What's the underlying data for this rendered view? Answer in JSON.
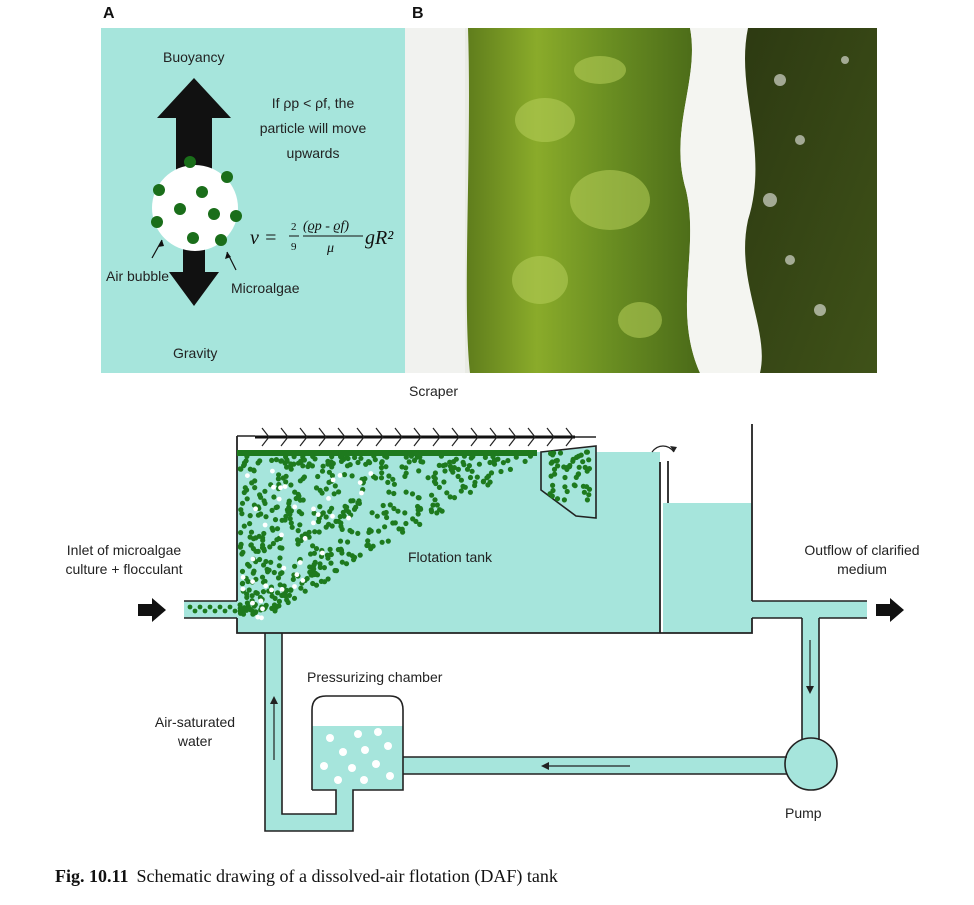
{
  "panel_a": {
    "letter": "A",
    "buoyancy": "Buoyancy",
    "gravity": "Gravity",
    "rule": [
      "If ρp < ρf, the",
      "particle will move",
      "upwards"
    ],
    "eq_lhs": "v =",
    "eq_frac_num": "2",
    "eq_frac_den": "9",
    "eq_num": "(ϱp - ϱf)",
    "eq_den": "μ",
    "eq_tail": "gR²",
    "air_bubble": "Air bubble",
    "microalgae": "Microalgae"
  },
  "panel_b": {
    "letter": "B"
  },
  "schematic": {
    "scraper": "Scraper",
    "tank": "Flotation tank",
    "inlet": [
      "Inlet of microalgae",
      "culture + flocculant"
    ],
    "outflow": [
      "Outflow of clarified",
      "medium"
    ],
    "chamber": "Pressurizing chamber",
    "air_water": [
      "Air-saturated",
      "water"
    ],
    "pump": "Pump"
  },
  "caption": {
    "label": "Fig. 10.11",
    "text": "Schematic drawing of a dissolved-air flotation (DAF) tank"
  },
  "colors": {
    "water": "#a6e5dc",
    "algae": "#1e7a1e",
    "outline": "#222222"
  }
}
